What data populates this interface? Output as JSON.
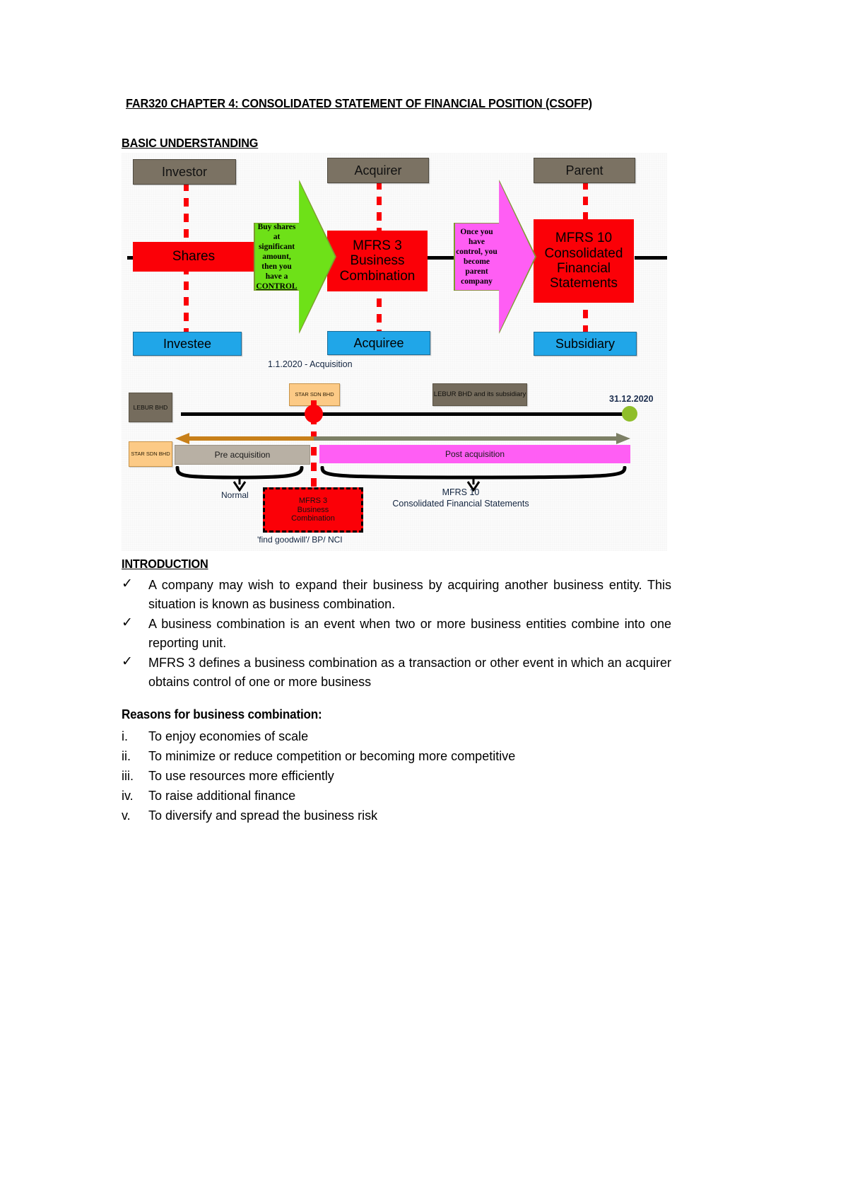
{
  "document": {
    "title": "FAR320 CHAPTER 4: CONSOLIDATED STATEMENT OF FINANCIAL POSITION (CSOFP)",
    "sections": {
      "basic_understanding": "BASIC UNDERSTANDING",
      "introduction": "INTRODUCTION",
      "reasons_heading": "Reasons for business combination:"
    }
  },
  "diagram": {
    "top_row": [
      {
        "label": "Investor"
      },
      {
        "label": "Acquirer"
      },
      {
        "label": "Parent"
      }
    ],
    "middle_row": [
      {
        "label": "Shares"
      },
      {
        "label": "MFRS 3\nBusiness\nCombination"
      },
      {
        "label": "MFRS 10\nConsolidated\nFinancial\nStatements"
      }
    ],
    "bottom_row": [
      {
        "label": "Investee"
      },
      {
        "label": "Acquiree"
      },
      {
        "label": "Subsidiary"
      }
    ],
    "arrows": [
      {
        "name": "green-control-arrow",
        "color": "#6ee118",
        "lines": [
          "Buy shares",
          "at",
          "significant",
          "amount,",
          "then you",
          "have a",
          "CONTROL"
        ],
        "emphasis": "CONTROL"
      },
      {
        "name": "pink-parent-arrow",
        "color": "#ff5ef4",
        "lines": [
          "Once you",
          "have",
          "control, you",
          "become",
          "parent",
          "company"
        ]
      }
    ],
    "middle_box_labels": {
      "mfrs3_line1": "MFRS 3",
      "mfrs3_line2": "Business",
      "mfrs3_line3": "Combination",
      "mfrs10_line1": "MFRS 10",
      "mfrs10_line2": "Consolidated",
      "mfrs10_line3": "Financial",
      "mfrs10_line4": "Statements",
      "shares": "Shares"
    }
  },
  "timeline": {
    "acquisition_label": "1.1.2020 - Acquisition",
    "end_date": "31.12.2020",
    "entity_left_top": "LEBUR BHD",
    "entity_left_bottom": "STAR SDN BHD",
    "entity_marker": "STAR SDN BHD",
    "group_label": "LEBUR BHD and its subsidiary",
    "pre_bar": "Pre acquisition",
    "post_bar": "Post acquisition",
    "pre_caption": "Normal",
    "post_caption_line1": "MFRS 10",
    "post_caption_line2": "Consolidated Financial Statements",
    "mfrs3_box_line1": "MFRS 3",
    "mfrs3_box_line2": "Business",
    "mfrs3_box_line3": "Combination",
    "footer_caption": "'find goodwill'/ BP/ NCI"
  },
  "introduction": {
    "bullets": [
      "A company may wish to expand their business by acquiring another business entity. This situation is known as business combination.",
      "A business combination is an event when two or more business entities combine into one reporting unit.",
      "MFRS 3 defines a business combination as a transaction or other event in which an acquirer obtains control of one or more business"
    ],
    "bullet_mark": "✓"
  },
  "reasons": {
    "items": [
      {
        "marker": "i.",
        "text": "To enjoy economies of scale"
      },
      {
        "marker": "ii.",
        "text": "To minimize or reduce competition or becoming more competitive"
      },
      {
        "marker": "iii.",
        "text": "To use resources more efficiently"
      },
      {
        "marker": "iv.",
        "text": "To raise additional finance"
      },
      {
        "marker": "v.",
        "text": "To diversify and spread the business risk"
      }
    ]
  },
  "colors": {
    "red": "#fb0007",
    "blue": "#20a6e8",
    "gray_box": "#7b7263",
    "green_arrow": "#6ee118",
    "pink_arrow": "#ff5ef4",
    "orange_tag": "#fcca86"
  }
}
